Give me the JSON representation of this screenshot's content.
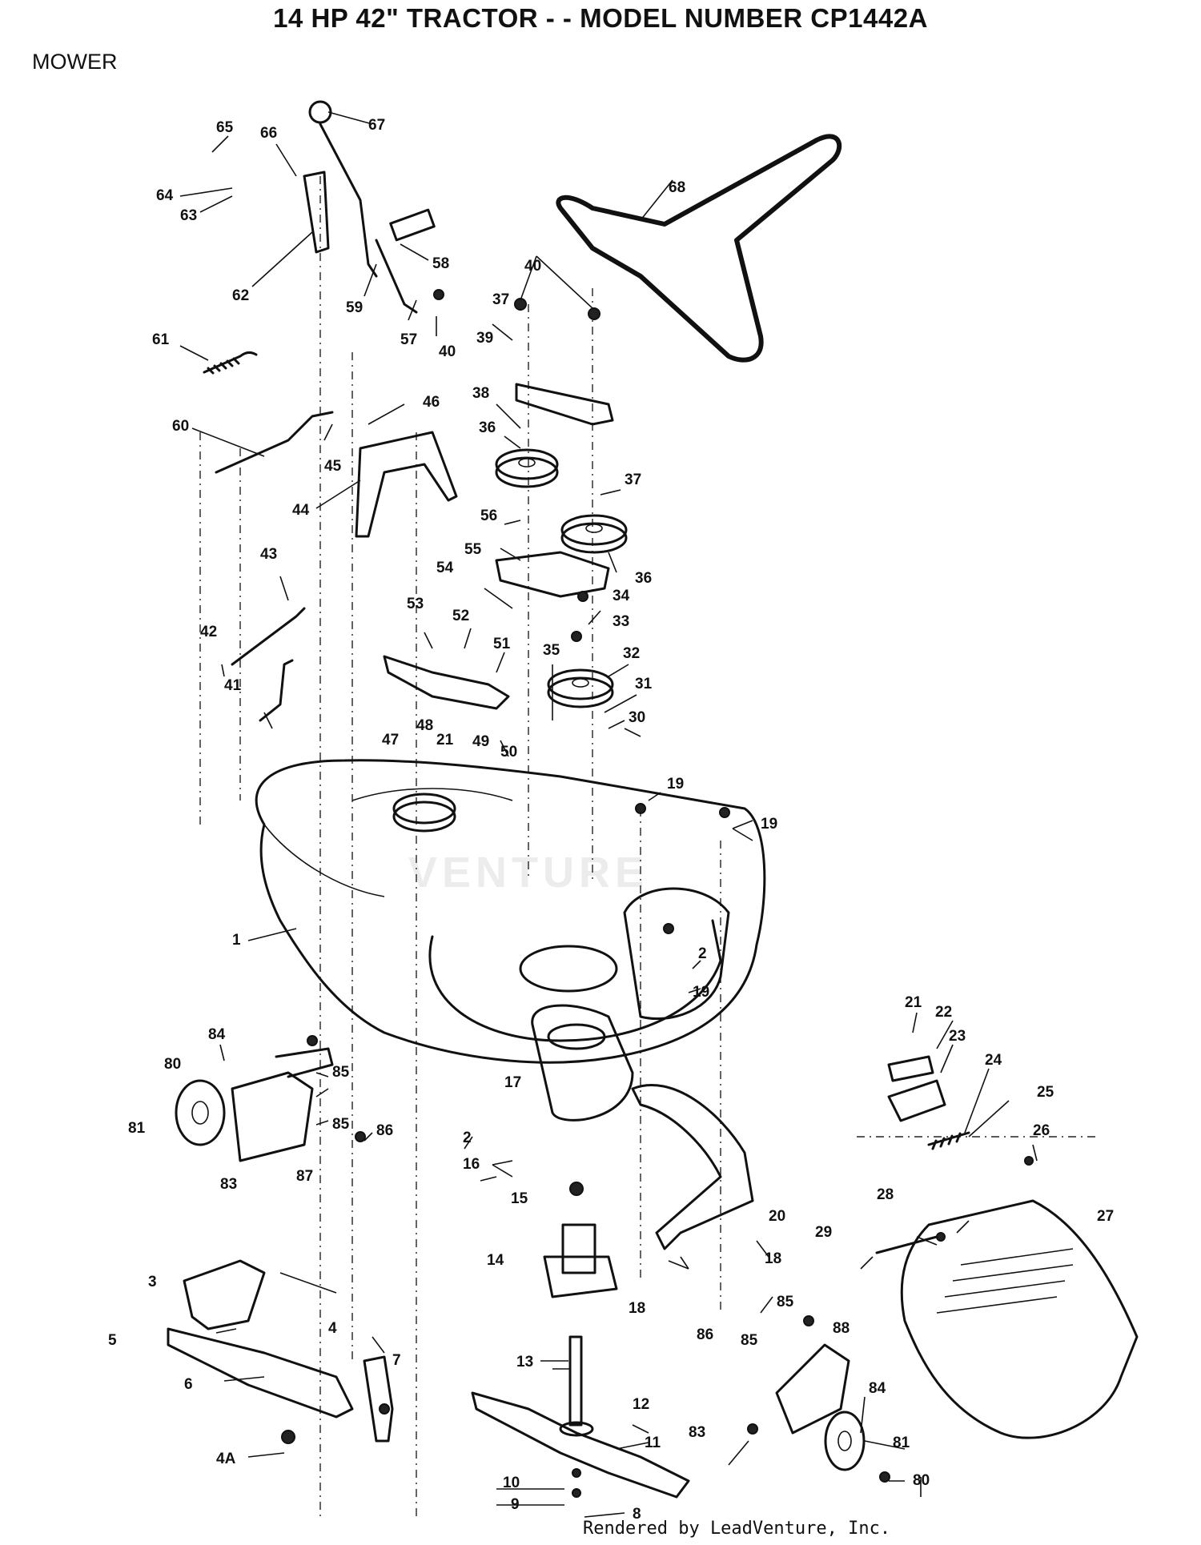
{
  "header": {
    "title": "14 HP 42\" TRACTOR - - MODEL NUMBER CP1442A",
    "section": "MOWER"
  },
  "footer": {
    "rendered_by": "Rendered by LeadVenture, Inc."
  },
  "watermark": {
    "text": "VENTURE"
  },
  "colors": {
    "ink": "#111111",
    "paper": "#ffffff"
  },
  "callouts": [
    {
      "id": "c65",
      "label": "65"
    },
    {
      "id": "c66",
      "label": "66"
    },
    {
      "id": "c67",
      "label": "67"
    },
    {
      "id": "c64",
      "label": "64"
    },
    {
      "id": "c63",
      "label": "63"
    },
    {
      "id": "c58",
      "label": "58"
    },
    {
      "id": "c62",
      "label": "62"
    },
    {
      "id": "c59",
      "label": "59"
    },
    {
      "id": "c57",
      "label": "57"
    },
    {
      "id": "c40a",
      "label": "40"
    },
    {
      "id": "c68",
      "label": "68"
    },
    {
      "id": "c40b",
      "label": "40"
    },
    {
      "id": "c37a",
      "label": "37"
    },
    {
      "id": "c39",
      "label": "39"
    },
    {
      "id": "c61",
      "label": "61"
    },
    {
      "id": "c46",
      "label": "46"
    },
    {
      "id": "c38",
      "label": "38"
    },
    {
      "id": "c60",
      "label": "60"
    },
    {
      "id": "c36a",
      "label": "36"
    },
    {
      "id": "c45",
      "label": "45"
    },
    {
      "id": "c37b",
      "label": "37"
    },
    {
      "id": "c44",
      "label": "44"
    },
    {
      "id": "c56",
      "label": "56"
    },
    {
      "id": "c55",
      "label": "55"
    },
    {
      "id": "c36b",
      "label": "36"
    },
    {
      "id": "c43",
      "label": "43"
    },
    {
      "id": "c54",
      "label": "54"
    },
    {
      "id": "c34",
      "label": "34"
    },
    {
      "id": "c53",
      "label": "53"
    },
    {
      "id": "c52",
      "label": "52"
    },
    {
      "id": "c33",
      "label": "33"
    },
    {
      "id": "c51",
      "label": "51"
    },
    {
      "id": "c35",
      "label": "35"
    },
    {
      "id": "c32",
      "label": "32"
    },
    {
      "id": "c42",
      "label": "42"
    },
    {
      "id": "c31",
      "label": "31"
    },
    {
      "id": "c41",
      "label": "41"
    },
    {
      "id": "c47",
      "label": "47"
    },
    {
      "id": "c48",
      "label": "48"
    },
    {
      "id": "c30",
      "label": "30"
    },
    {
      "id": "c21a",
      "label": "21"
    },
    {
      "id": "c49",
      "label": "49"
    },
    {
      "id": "c50",
      "label": "50"
    },
    {
      "id": "c19a",
      "label": "19"
    },
    {
      "id": "c19b",
      "label": "19"
    },
    {
      "id": "c1",
      "label": "1"
    },
    {
      "id": "c2a",
      "label": "2"
    },
    {
      "id": "c19c",
      "label": "19"
    },
    {
      "id": "c21b",
      "label": "21"
    },
    {
      "id": "c22",
      "label": "22"
    },
    {
      "id": "c23",
      "label": "23"
    },
    {
      "id": "c24",
      "label": "24"
    },
    {
      "id": "c84a",
      "label": "84"
    },
    {
      "id": "c80a",
      "label": "80"
    },
    {
      "id": "c85a",
      "label": "85"
    },
    {
      "id": "c17",
      "label": "17"
    },
    {
      "id": "c25",
      "label": "25"
    },
    {
      "id": "c81a",
      "label": "81"
    },
    {
      "id": "c85b",
      "label": "85"
    },
    {
      "id": "c86a",
      "label": "86"
    },
    {
      "id": "c2b",
      "label": "2"
    },
    {
      "id": "c26",
      "label": "26"
    },
    {
      "id": "c16",
      "label": "16"
    },
    {
      "id": "c83a",
      "label": "83"
    },
    {
      "id": "c87",
      "label": "87"
    },
    {
      "id": "c15",
      "label": "15"
    },
    {
      "id": "c20",
      "label": "20"
    },
    {
      "id": "c28",
      "label": "28"
    },
    {
      "id": "c27",
      "label": "27"
    },
    {
      "id": "c29",
      "label": "29"
    },
    {
      "id": "c14",
      "label": "14"
    },
    {
      "id": "c18a",
      "label": "18"
    },
    {
      "id": "c3",
      "label": "3"
    },
    {
      "id": "c18b",
      "label": "18"
    },
    {
      "id": "c5",
      "label": "5"
    },
    {
      "id": "c85c",
      "label": "85"
    },
    {
      "id": "c88",
      "label": "88"
    },
    {
      "id": "c4",
      "label": "4"
    },
    {
      "id": "c86b",
      "label": "86"
    },
    {
      "id": "c85d",
      "label": "85"
    },
    {
      "id": "c7",
      "label": "7"
    },
    {
      "id": "c6",
      "label": "6"
    },
    {
      "id": "c13",
      "label": "13"
    },
    {
      "id": "c84b",
      "label": "84"
    },
    {
      "id": "c12",
      "label": "12"
    },
    {
      "id": "c83b",
      "label": "83"
    },
    {
      "id": "c81b",
      "label": "81"
    },
    {
      "id": "c4A",
      "label": "4A"
    },
    {
      "id": "c11",
      "label": "11"
    },
    {
      "id": "c80b",
      "label": "80"
    },
    {
      "id": "c10",
      "label": "10"
    },
    {
      "id": "c9",
      "label": "9"
    },
    {
      "id": "c8",
      "label": "8"
    }
  ]
}
